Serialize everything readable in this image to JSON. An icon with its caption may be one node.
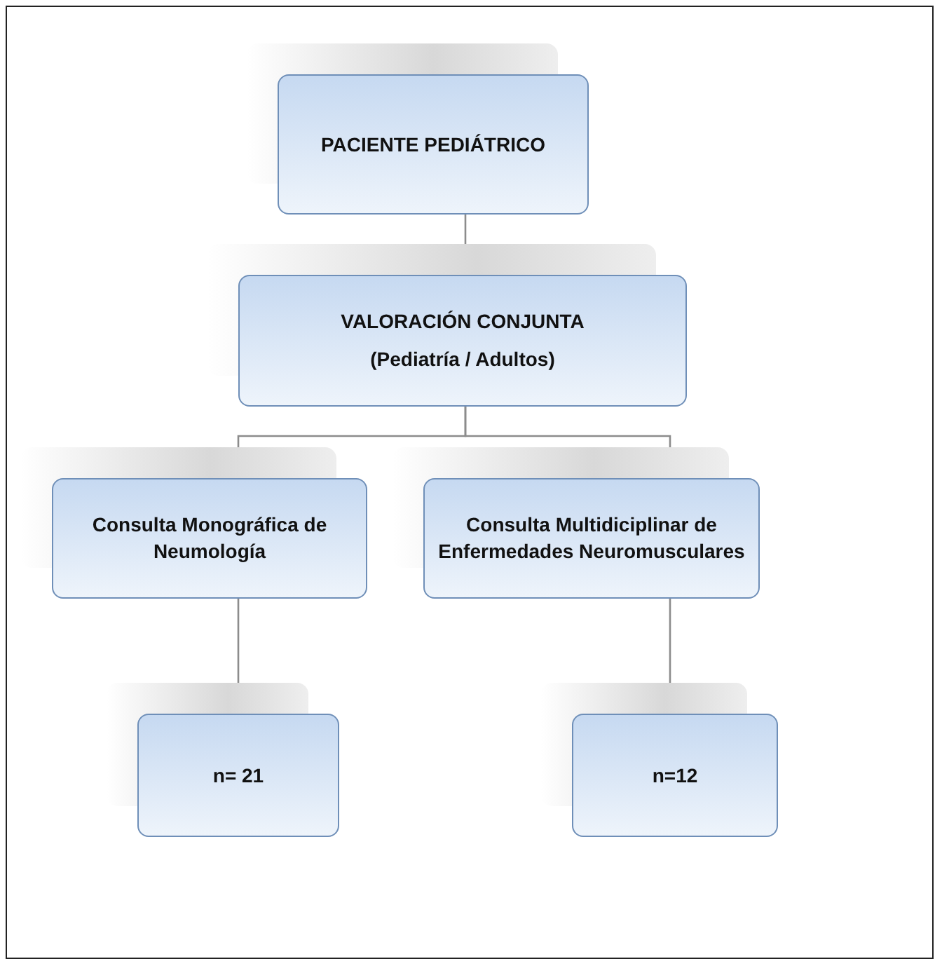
{
  "diagram": {
    "nodes": [
      {
        "text": [
          "PACIENTE PEDIÁTRICO"
        ]
      },
      {
        "text": [
          "VALORACIÓN CONJUNTA",
          "(Pediatría / Adultos)"
        ]
      },
      {
        "text": [
          "Consulta Monográfica de Neumología"
        ]
      },
      {
        "text": [
          "Consulta Multidiciplinar de Enfermedades Neuromusculares"
        ]
      },
      {
        "text": [
          "n= 21"
        ]
      },
      {
        "text": [
          "n=12"
        ]
      }
    ],
    "edges": [
      {
        "from": 0,
        "to": 1,
        "arrow": "none"
      },
      {
        "from": 1,
        "to": 2,
        "arrow": "none"
      },
      {
        "from": 1,
        "to": 3,
        "arrow": "none"
      },
      {
        "from": 2,
        "to": 4,
        "arrow": "none"
      },
      {
        "from": 3,
        "to": 5,
        "arrow": "none"
      }
    ]
  }
}
